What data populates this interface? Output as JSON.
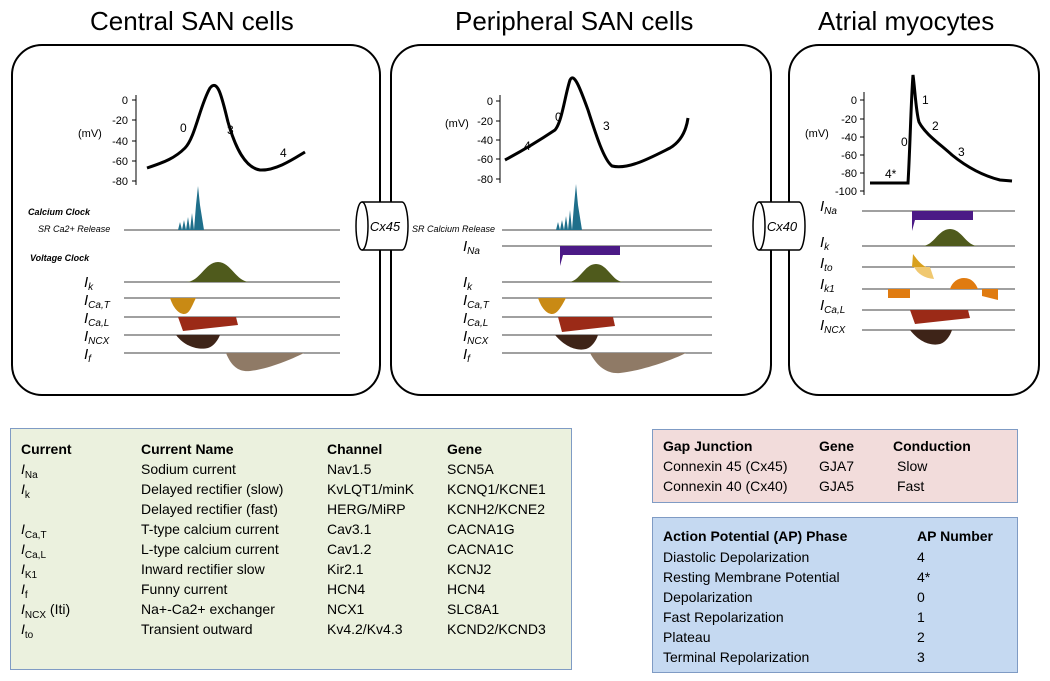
{
  "panels": [
    {
      "title": "Central SAN cells"
    },
    {
      "title": "Peripheral SAN cells"
    },
    {
      "title": "Atrial myocytes"
    }
  ],
  "junctions": [
    "Cx45",
    "Cx40"
  ],
  "central": {
    "yaxis": {
      "unit": "(mV)",
      "ticks": [
        "0",
        "-20",
        "-40",
        "-60",
        "-80"
      ]
    },
    "phase_labels": [
      "0",
      "3",
      "4"
    ],
    "calcium_clock": "Calcium Clock",
    "sr_release": "SR Ca2+ Release",
    "voltage_clock": "Voltage Clock",
    "currents": [
      {
        "base": "I",
        "sub": "k"
      },
      {
        "base": "I",
        "sub": "Ca,T"
      },
      {
        "base": "I",
        "sub": "Ca,L"
      },
      {
        "base": "I",
        "sub": "NCX"
      },
      {
        "base": "I",
        "sub": "f"
      }
    ]
  },
  "peripheral": {
    "yaxis": {
      "unit": "(mV)",
      "ticks": [
        "0",
        "-20",
        "-40",
        "-60",
        "-80"
      ]
    },
    "phase_labels": [
      "4",
      "0",
      "3"
    ],
    "sr_release": "SR Calcium Release",
    "currents": [
      {
        "base": "I",
        "sub": "Na"
      },
      {
        "base": "I",
        "sub": "k"
      },
      {
        "base": "I",
        "sub": "Ca,T"
      },
      {
        "base": "I",
        "sub": "Ca,L"
      },
      {
        "base": "I",
        "sub": "NCX"
      },
      {
        "base": "I",
        "sub": "f"
      }
    ]
  },
  "atrial": {
    "yaxis": {
      "unit": "(mV)",
      "ticks": [
        "0",
        "-20",
        "-40",
        "-60",
        "-80",
        "-100"
      ]
    },
    "phase_labels": [
      "1",
      "2",
      "0",
      "3",
      "4*"
    ],
    "currents": [
      {
        "base": "I",
        "sub": "Na"
      },
      {
        "base": "I",
        "sub": "k"
      },
      {
        "base": "I",
        "sub": "to"
      },
      {
        "base": "I",
        "sub": "k1"
      },
      {
        "base": "I",
        "sub": "Ca,L"
      },
      {
        "base": "I",
        "sub": "NCX"
      }
    ]
  },
  "current_table": {
    "headers": [
      "Current",
      "Current Name",
      "Channel",
      "Gene"
    ],
    "rows": [
      {
        "sym": "I",
        "sub": "Na",
        "extra": "",
        "name": "Sodium current",
        "channel": "Nav1.5",
        "gene": "SCN5A"
      },
      {
        "sym": "I",
        "sub": "k",
        "extra": "",
        "name": "Delayed rectifier (slow)",
        "channel": "KvLQT1/minK",
        "gene": "KCNQ1/KCNE1"
      },
      {
        "sym": "",
        "sub": "",
        "extra": "",
        "name": "Delayed rectifier (fast)",
        "channel": "HERG/MiRP",
        "gene": "KCNH2/KCNE2"
      },
      {
        "sym": "I",
        "sub": "Ca,T",
        "extra": "",
        "name": "T-type calcium current",
        "channel": "Cav3.1",
        "gene": "CACNA1G"
      },
      {
        "sym": "I",
        "sub": "Ca,L",
        "extra": "",
        "name": "L-type calcium current",
        "channel": "Cav1.2",
        "gene": "CACNA1C"
      },
      {
        "sym": "I",
        "sub": "K1",
        "extra": "",
        "name": "Inward rectifier slow",
        "channel": "Kir2.1",
        "gene": "KCNJ2"
      },
      {
        "sym": "I",
        "sub": "f",
        "extra": "",
        "name": "Funny current",
        "channel": "HCN4",
        "gene": "HCN4"
      },
      {
        "sym": "I",
        "sub": "NCX",
        "extra": " (Iti)",
        "name": "Na+-Ca2+ exchanger",
        "channel": "NCX1",
        "gene": "SLC8A1"
      },
      {
        "sym": "I",
        "sub": "to",
        "extra": "",
        "name": "Transient outward",
        "channel": "Kv4.2/Kv4.3",
        "gene": "KCND2/KCND3"
      }
    ]
  },
  "gap_table": {
    "headers": [
      "Gap Junction",
      "Gene",
      "Conduction"
    ],
    "rows": [
      {
        "junction": "Connexin 45 (Cx45)",
        "gene": "GJA7",
        "conduction": "Slow"
      },
      {
        "junction": "Connexin 40 (Cx40)",
        "gene": "GJA5",
        "conduction": "Fast"
      }
    ]
  },
  "ap_table": {
    "headers": [
      "Action Potential (AP) Phase",
      "AP Number"
    ],
    "rows": [
      {
        "phase": "Diastolic Depolarization",
        "number": "4"
      },
      {
        "phase": "Resting Membrane Potential",
        "number": "4*"
      },
      {
        "phase": "Depolarization",
        "number": "0"
      },
      {
        "phase": "Fast Repolarization",
        "number": "1"
      },
      {
        "phase": "Plateau",
        "number": "2"
      },
      {
        "phase": "Terminal Repolarization",
        "number": "3"
      }
    ]
  },
  "colors": {
    "current_table_bg": "#ebf1de",
    "gap_table_bg": "#f2dcdb",
    "ap_table_bg": "#c5d9f1",
    "table_border": "#7f9bc4",
    "ik": "#4f5a1c",
    "ica_t": "#c98a14",
    "ica_l": "#9b2a17",
    "incx": "#3e2418",
    "if": "#8f7a66",
    "ina": "#4b1a86",
    "ito": "#d8a01e",
    "ik1": "#e07b10",
    "calcium": "#1f6f8b"
  }
}
